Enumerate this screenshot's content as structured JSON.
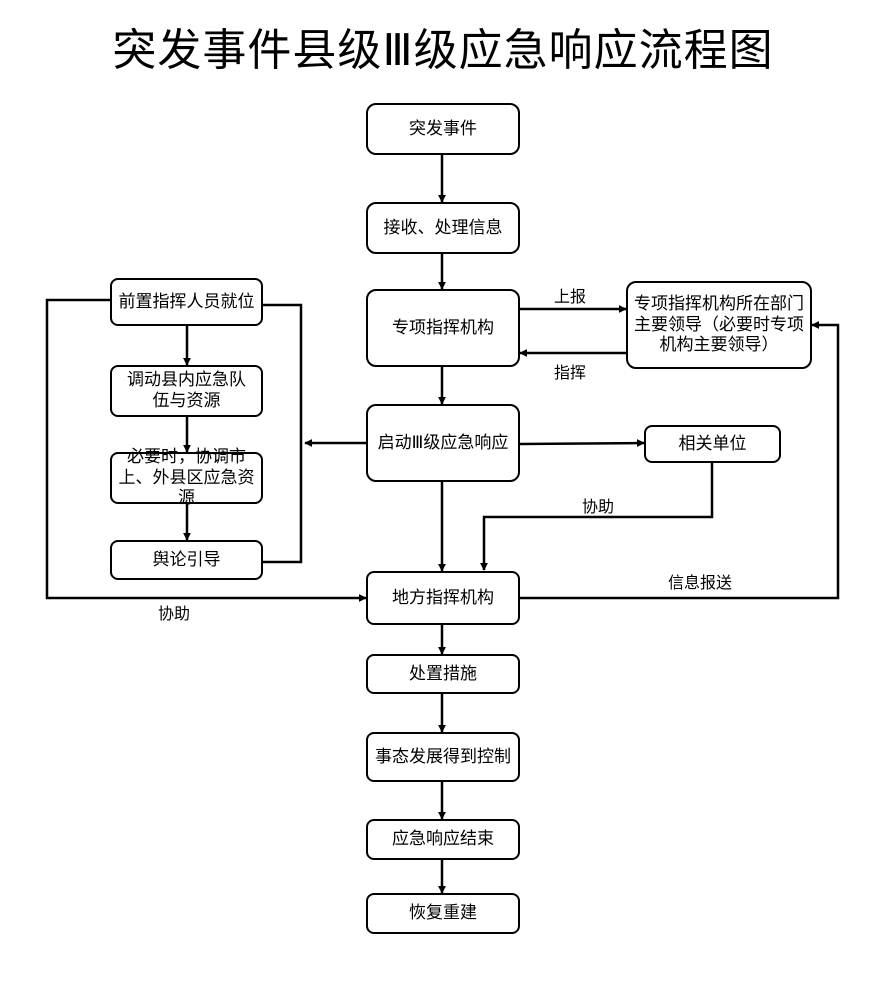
{
  "title": "突发事件县级Ⅲ级应急响应流程图",
  "nodes": {
    "event": "突发事件",
    "receive": "接收、处理信息",
    "special_command": "专项指挥机构",
    "leaders": "专项指挥机构所在部门主要领导（必要时专项机构主要领导）",
    "launch": "启动Ⅲ级应急响应",
    "related_units": "相关单位",
    "local_command": "地方指挥机构",
    "disposal": "处置措施",
    "controlled": "事态发展得到控制",
    "end_response": "应急响应结束",
    "recover": "恢复重建",
    "front_staff": "前置指挥人员就位",
    "mobilize": "调动县内应急队伍与资源",
    "coordinate": "必要时，协调市上、外县区应急资源",
    "opinion": "舆论引导"
  },
  "edge_labels": {
    "report_up": "上报",
    "command": "指挥",
    "assist_right": "协助",
    "assist_left": "协助",
    "info_send": "信息报送"
  }
}
